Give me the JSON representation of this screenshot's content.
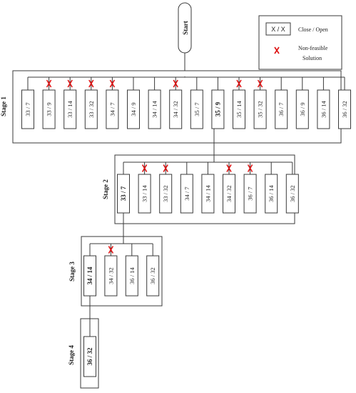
{
  "start_label": "Start",
  "legend": {
    "symbol": "X / X",
    "symbol_text": "Close / Open",
    "infeasible_text_1": "Non-feasible",
    "infeasible_text_2": "Solution"
  },
  "stages": [
    {
      "label": "Stage 1",
      "nodes": [
        {
          "text": "33 / 7",
          "infeasible": false,
          "selected": false
        },
        {
          "text": "33 / 9",
          "infeasible": true,
          "selected": false
        },
        {
          "text": "33 / 14",
          "infeasible": true,
          "selected": false
        },
        {
          "text": "33 / 32",
          "infeasible": true,
          "selected": false
        },
        {
          "text": "34 / 7",
          "infeasible": true,
          "selected": false
        },
        {
          "text": "34 / 9",
          "infeasible": false,
          "selected": false
        },
        {
          "text": "34 / 14",
          "infeasible": false,
          "selected": false
        },
        {
          "text": "34 / 32",
          "infeasible": true,
          "selected": false
        },
        {
          "text": "35 / 7",
          "infeasible": false,
          "selected": false
        },
        {
          "text": "35 / 9",
          "infeasible": false,
          "selected": true
        },
        {
          "text": "35 / 14",
          "infeasible": true,
          "selected": false
        },
        {
          "text": "35 / 32",
          "infeasible": true,
          "selected": false
        },
        {
          "text": "36 / 7",
          "infeasible": false,
          "selected": false
        },
        {
          "text": "36 / 9",
          "infeasible": false,
          "selected": false
        },
        {
          "text": "36 / 14",
          "infeasible": false,
          "selected": false
        },
        {
          "text": "36 / 32",
          "infeasible": false,
          "selected": false
        }
      ]
    },
    {
      "label": "Stage 2",
      "nodes": [
        {
          "text": "33 / 7",
          "infeasible": false,
          "selected": true
        },
        {
          "text": "33 / 14",
          "infeasible": true,
          "selected": false
        },
        {
          "text": "33 / 32",
          "infeasible": true,
          "selected": false
        },
        {
          "text": "34 / 7",
          "infeasible": false,
          "selected": false
        },
        {
          "text": "34 / 14",
          "infeasible": false,
          "selected": false
        },
        {
          "text": "34 / 32",
          "infeasible": true,
          "selected": false
        },
        {
          "text": "36 / 7",
          "infeasible": true,
          "selected": false
        },
        {
          "text": "36 / 14",
          "infeasible": false,
          "selected": false
        },
        {
          "text": "36 / 32",
          "infeasible": false,
          "selected": false
        }
      ]
    },
    {
      "label": "Stage 3",
      "nodes": [
        {
          "text": "34 / 14",
          "infeasible": false,
          "selected": true
        },
        {
          "text": "34 / 32",
          "infeasible": true,
          "selected": false
        },
        {
          "text": "36 / 14",
          "infeasible": false,
          "selected": false
        },
        {
          "text": "36 / 32",
          "infeasible": false,
          "selected": false
        }
      ]
    },
    {
      "label": "Stage 4",
      "nodes": [
        {
          "text": "36 / 32",
          "infeasible": false,
          "selected": true
        }
      ]
    }
  ],
  "colors": {
    "line": "#3a3a3a",
    "infeasible_mark": "#dd1111"
  }
}
